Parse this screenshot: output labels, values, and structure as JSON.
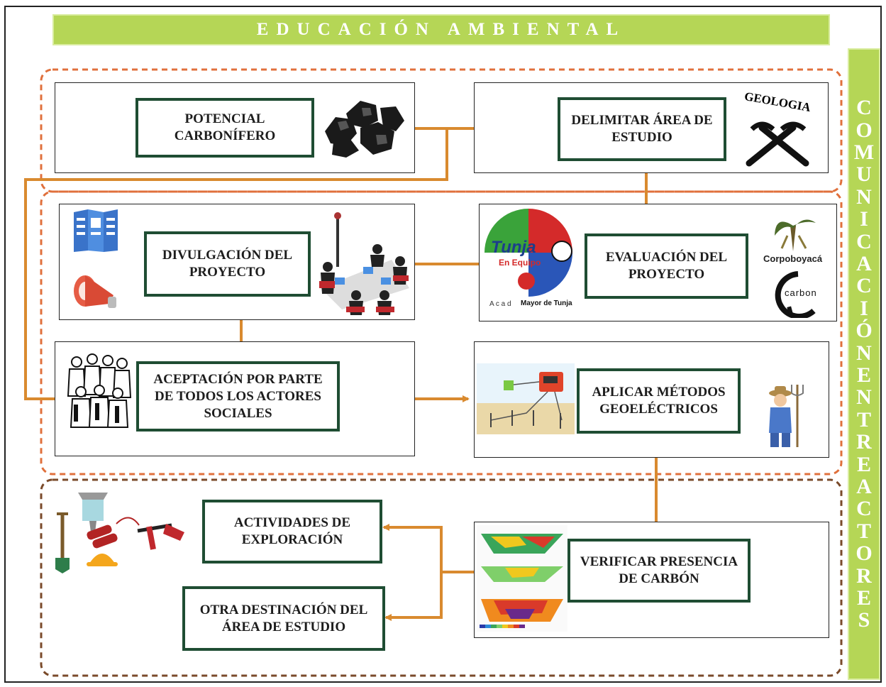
{
  "banner": {
    "top": "EDUCACIÓN AMBIENTAL",
    "side": "COMUNICACIÓN ENTRE ACTORES"
  },
  "boxes": {
    "potencial": "POTENCIAL CARBONÍFERO",
    "delimitar": "DELIMITAR ÁREA DE ESTUDIO",
    "divulgacion": "DIVULGACIÓN DEL PROYECTO",
    "evaluacion": "EVALUACIÓN DEL PROYECTO",
    "aceptacion": "ACEPTACIÓN POR PARTE DE TODOS LOS ACTORES SOCIALES",
    "aplicar": "APLICAR MÉTODOS GEOELÉCTRICOS",
    "actividades": "ACTIVIDADES DE EXPLORACIÓN",
    "verificar": "VERIFICAR PRESENCIA DE CARBÓN",
    "otra": "OTRA DESTINACIÓN DEL ÁREA DE ESTUDIO"
  },
  "logos": {
    "geologia": "GEOLOGIA",
    "tunja": "Tunja",
    "en_equipo": "En Equipo",
    "alcaldia_prefix": "A c a d",
    "alcaldia": "Mayor de Tunja",
    "corpoboyaca": "Corpoboyacá",
    "carbon": "carbon"
  },
  "colors": {
    "banner": "#b5d656",
    "box_border": "#1f4d33",
    "arrow": "#d98a2f",
    "dash_red": "#e0703c",
    "dash_brown": "#7a4a2a"
  }
}
